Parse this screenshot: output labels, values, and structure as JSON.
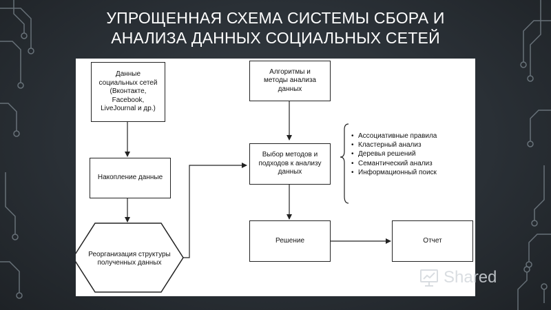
{
  "slide": {
    "title_line1": "УПРОЩЕННАЯ СХЕМА СИСТЕМЫ СБОРА И",
    "title_line2": "АНАЛИЗА ДАННЫХ СОЦИАЛЬНЫХ СЕТЕЙ"
  },
  "diagram": {
    "source_box": "Данные\nсоциальных сетей\n(Вконтакте,\nFacebook,\nLiveJournal и др.)",
    "accumulation_box": "Накопление данные",
    "reorganization_hexagon": "Реорганизация структуры\nполученных данных",
    "algorithms_box": "Алгоритмы и\nметоды анализа\nданных",
    "selection_box": "Выбор методов и\nподходов к анализу\nданных",
    "methods_list": [
      "Ассоциативные правила",
      "Кластерный анализ",
      "Деревья решений",
      "Семантический анализ",
      "Информационный поиск"
    ],
    "decision_box": "Решение",
    "report_box": "Отчет"
  },
  "watermark": {
    "text": "Shared"
  },
  "colors": {
    "background": "#2a3036",
    "panel": "#ffffff",
    "circuit": "#7f8a92"
  }
}
